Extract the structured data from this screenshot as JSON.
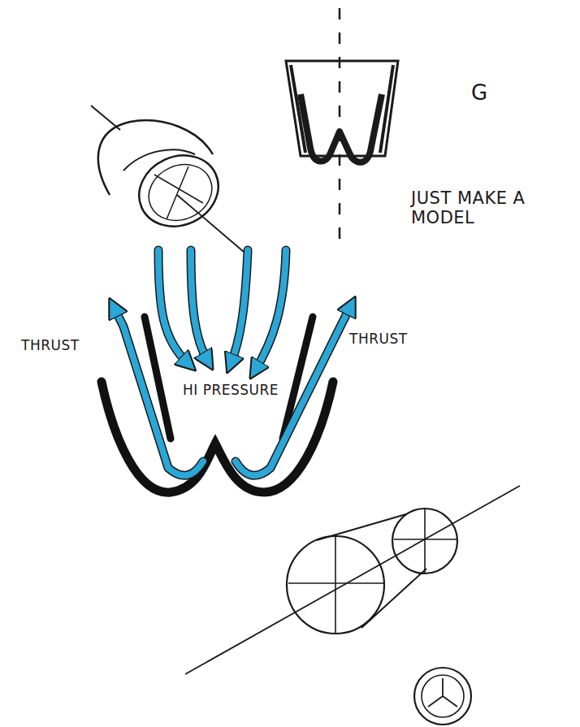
{
  "diagram": {
    "labels": [
      "G",
      "JUST MAKE A MODEL",
      "THRUST",
      "THRUST",
      "HI PRESSURE"
    ]
  }
}
